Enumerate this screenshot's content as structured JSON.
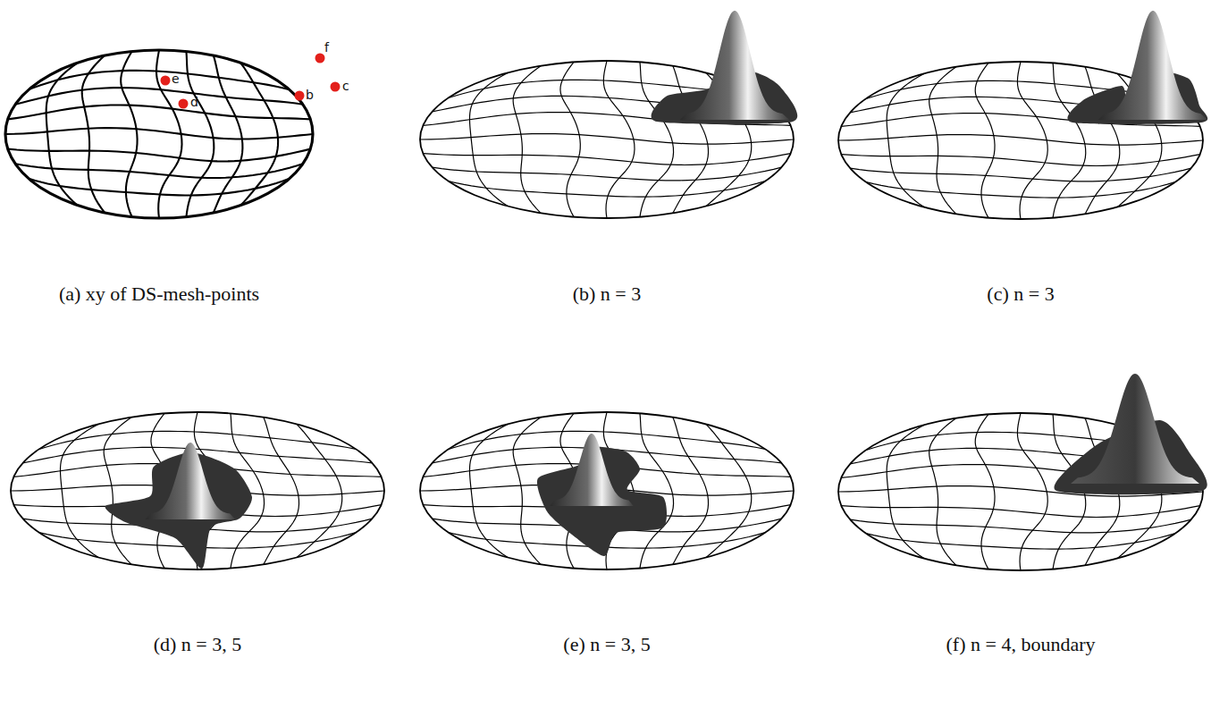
{
  "diagram": {
    "labels": [
      "(a) xy of DS-mesh-points",
      "(b) n = 3",
      "(c) n = 3",
      "(d) n = 3, 5",
      "(e) n = 3, 5",
      "(f) n = 4, boundary",
      "e",
      "d",
      "b",
      "c",
      "f"
    ]
  }
}
